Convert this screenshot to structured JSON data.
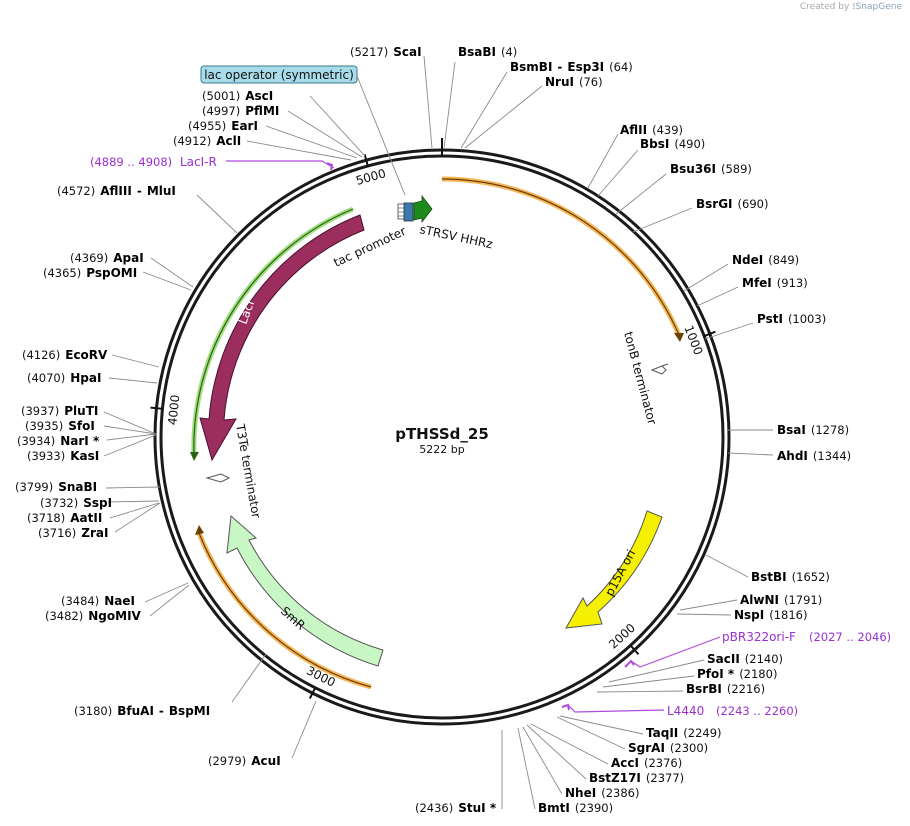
{
  "credit": {
    "prefix": "Created by",
    "brand": "SnapGene"
  },
  "plasmid": {
    "name": "pTHSSd_25",
    "length_label": "5222 bp",
    "length": 5222
  },
  "ticks": [
    {
      "label": "1000",
      "bp": 1000
    },
    {
      "label": "2000",
      "bp": 2000
    },
    {
      "label": "3000",
      "bp": 3000
    },
    {
      "label": "4000",
      "bp": 4000
    },
    {
      "label": "5000",
      "bp": 5000
    }
  ],
  "features": {
    "lacI": {
      "label": "LacI",
      "color": "#9b2d5f"
    },
    "tonB": {
      "label": "tonB terminator"
    },
    "p15A": {
      "label": "p15A ori",
      "color": "#f4f000"
    },
    "SmR": {
      "label": "SmR",
      "color": "#c8f7c5"
    },
    "T3Te": {
      "label": "T3Te terminator"
    },
    "tac": {
      "label": "tac promoter"
    },
    "sTRSV": {
      "label": "sTRSV HHRz"
    },
    "lacOp": {
      "label": "lac operator (symmetric)"
    },
    "accent_orange": "#f2a93b",
    "accent_green": "#8bd866",
    "promoter_green": "#1e8a1e"
  },
  "sites": [
    {
      "id": "scai",
      "pos": "(5217)",
      "name": "ScaI"
    },
    {
      "id": "bsabi",
      "name": "BsaBI",
      "pos": "(4)"
    },
    {
      "id": "bsmbi",
      "name": "BsmBI",
      "sep": "-",
      "name2": "Esp3I",
      "pos": "(64)"
    },
    {
      "id": "nrui",
      "name": "NruI",
      "pos": "(76)"
    },
    {
      "id": "aflii",
      "name": "AflII",
      "pos": "(439)"
    },
    {
      "id": "bbsi",
      "name": "BbsI",
      "pos": "(490)"
    },
    {
      "id": "bsu36i",
      "name": "Bsu36I",
      "pos": "(589)"
    },
    {
      "id": "bsrgi",
      "name": "BsrGI",
      "pos": "(690)"
    },
    {
      "id": "ndei",
      "name": "NdeI",
      "pos": "(849)"
    },
    {
      "id": "mfei",
      "name": "MfeI",
      "pos": "(913)"
    },
    {
      "id": "psti",
      "name": "PstI",
      "pos": "(1003)"
    },
    {
      "id": "bsai",
      "name": "BsaI",
      "pos": "(1278)"
    },
    {
      "id": "ahdi",
      "name": "AhdI",
      "pos": "(1344)"
    },
    {
      "id": "bstbi",
      "name": "BstBI",
      "pos": "(1652)"
    },
    {
      "id": "alwni",
      "name": "AlwNI",
      "pos": "(1791)"
    },
    {
      "id": "nspi",
      "name": "NspI",
      "pos": "(1816)"
    },
    {
      "id": "sacii",
      "name": "SacII",
      "pos": "(2140)"
    },
    {
      "id": "pfoi",
      "name": "PfoI *",
      "pos": "(2180)"
    },
    {
      "id": "bsrbi",
      "name": "BsrBI",
      "pos": "(2216)"
    },
    {
      "id": "taqii",
      "name": "TaqII",
      "pos": "(2249)"
    },
    {
      "id": "sgrai",
      "name": "SgrAI",
      "pos": "(2300)"
    },
    {
      "id": "acci",
      "name": "AccI",
      "pos": "(2376)"
    },
    {
      "id": "bstz17i",
      "name": "BstZ17I",
      "pos": "(2377)"
    },
    {
      "id": "nhei",
      "name": "NheI",
      "pos": "(2386)"
    },
    {
      "id": "bmti",
      "name": "BmtI",
      "pos": "(2390)"
    },
    {
      "id": "stui",
      "pos": "(2436)",
      "name": "StuI *"
    },
    {
      "id": "acui",
      "pos": "(2979)",
      "name": "AcuI"
    },
    {
      "id": "bfuai",
      "pos": "(3180)",
      "name": "BfuAI",
      "sep": "-",
      "name2": "BspMI"
    },
    {
      "id": "naei",
      "pos": "(3484)",
      "name": "NaeI"
    },
    {
      "id": "ngomiv",
      "pos": "(3482)",
      "name": "NgoMIV"
    },
    {
      "id": "zrai",
      "pos": "(3716)",
      "name": "ZraI"
    },
    {
      "id": "aatii",
      "pos": "(3718)",
      "name": "AatII"
    },
    {
      "id": "sspi",
      "pos": "(3732)",
      "name": "SspI"
    },
    {
      "id": "snabi",
      "pos": "(3799)",
      "name": "SnaBI"
    },
    {
      "id": "kasi",
      "pos": "(3933)",
      "name": "KasI"
    },
    {
      "id": "nari",
      "pos": "(3934)",
      "name": "NarI *"
    },
    {
      "id": "sfoi",
      "pos": "(3935)",
      "name": "SfoI"
    },
    {
      "id": "pluti",
      "pos": "(3937)",
      "name": "PluTI"
    },
    {
      "id": "hpai",
      "pos": "(4070)",
      "name": "HpaI"
    },
    {
      "id": "ecorv",
      "pos": "(4126)",
      "name": "EcoRV"
    },
    {
      "id": "pspomi",
      "pos": "(4365)",
      "name": "PspOMI"
    },
    {
      "id": "apai",
      "pos": "(4369)",
      "name": "ApaI"
    },
    {
      "id": "afliii",
      "pos": "(4572)",
      "name": "AflIII",
      "sep": "-",
      "name2": "MluI"
    },
    {
      "id": "acli",
      "pos": "(4912)",
      "name": "AclI"
    },
    {
      "id": "eari",
      "pos": "(4955)",
      "name": "EarI"
    },
    {
      "id": "pflmi",
      "pos": "(4997)",
      "name": "PflMI"
    },
    {
      "id": "asci",
      "pos": "(5001)",
      "name": "AscI"
    }
  ],
  "primers": [
    {
      "id": "laci-r",
      "name": "LacI-R",
      "range": "(4889 .. 4908)"
    },
    {
      "id": "pbr322",
      "name": "pBR322ori-F",
      "range": "(2027 .. 2046)"
    },
    {
      "id": "l4440",
      "name": "L4440",
      "range": "(2243 .. 2260)"
    }
  ]
}
